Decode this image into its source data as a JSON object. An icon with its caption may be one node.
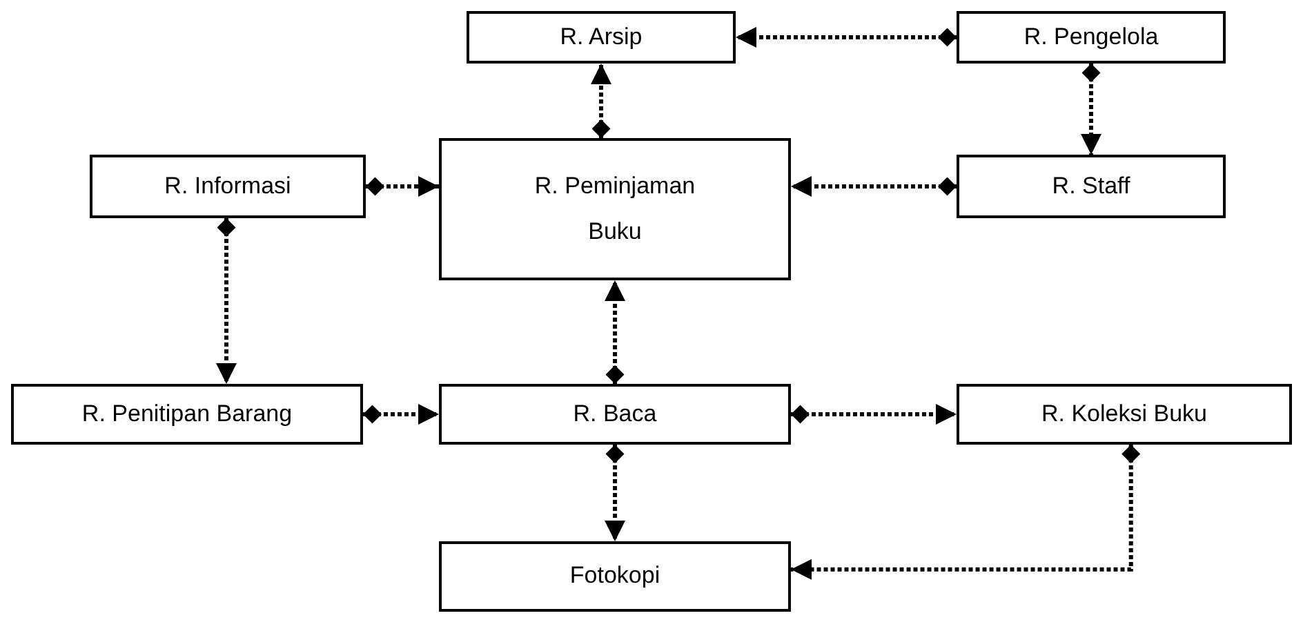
{
  "diagram": {
    "nodes": [
      {
        "text": [
          "R. Arsip"
        ]
      },
      {
        "text": [
          "R. Pengelola"
        ]
      },
      {
        "text": [
          "R. Informasi"
        ]
      },
      {
        "text": [
          "R. Peminjaman Buku"
        ]
      },
      {
        "text": [
          "R. Staff"
        ]
      },
      {
        "text": [
          "R. Penitipan Barang"
        ]
      },
      {
        "text": [
          "R. Baca"
        ]
      },
      {
        "text": [
          "R. Koleksi Buku"
        ]
      },
      {
        "text": [
          "Fotokopi"
        ]
      }
    ],
    "edges": [
      {
        "from": 1,
        "to": 0,
        "arrow": "to",
        "style": "dashed"
      },
      {
        "from": 3,
        "to": 0,
        "arrow": "to",
        "style": "dashed"
      },
      {
        "from": 1,
        "to": 4,
        "arrow": "to",
        "style": "dashed"
      },
      {
        "from": 4,
        "to": 3,
        "arrow": "to",
        "style": "dashed"
      },
      {
        "from": 2,
        "to": 3,
        "arrow": "to",
        "style": "dashed"
      },
      {
        "from": 2,
        "to": 5,
        "arrow": "to",
        "style": "dashed"
      },
      {
        "from": 6,
        "to": 3,
        "arrow": "to",
        "style": "dashed"
      },
      {
        "from": 5,
        "to": 6,
        "arrow": "to",
        "style": "dashed"
      },
      {
        "from": 6,
        "to": 7,
        "arrow": "to",
        "style": "dashed"
      },
      {
        "from": 6,
        "to": 8,
        "arrow": "to",
        "style": "dashed"
      },
      {
        "from": 7,
        "to": 8,
        "arrow": "to",
        "style": "dashed"
      }
    ]
  }
}
